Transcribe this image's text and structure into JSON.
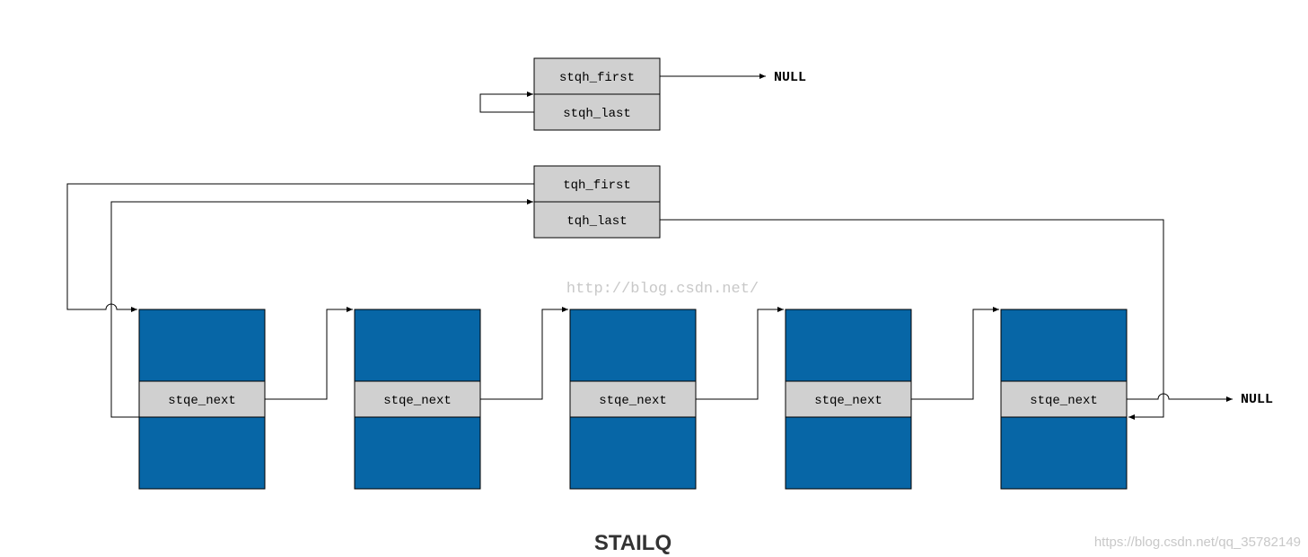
{
  "colors": {
    "node_fill": "#0766a6",
    "field_fill": "#d0d0d0",
    "stroke": "#000000",
    "watermark": "#c8c8c8"
  },
  "stailq_head": {
    "first_label": "stqh_first",
    "last_label": "stqh_last",
    "null_label": "NULL"
  },
  "tailq_head": {
    "first_label": "tqh_first",
    "last_label": "tqh_last"
  },
  "nodes": [
    {
      "next_label": "stqe_next"
    },
    {
      "next_label": "stqe_next"
    },
    {
      "next_label": "stqe_next"
    },
    {
      "next_label": "stqe_next"
    },
    {
      "next_label": "stqe_next"
    }
  ],
  "tail_null_label": "NULL",
  "watermark_center": "http://blog.csdn.net/",
  "watermark_corner": "https://blog.csdn.net/qq_35782149",
  "title": "STAILQ"
}
